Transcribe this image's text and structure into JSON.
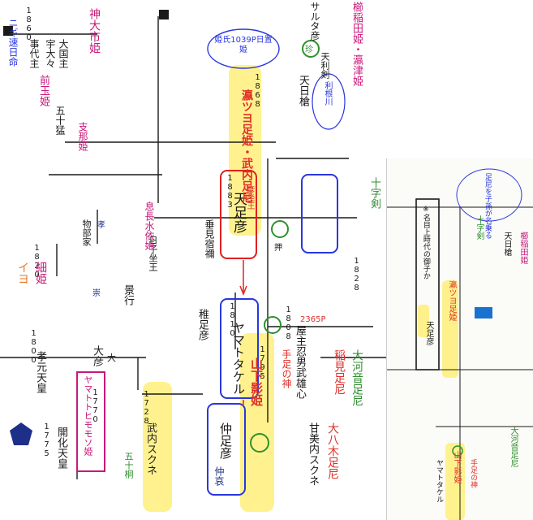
{
  "colors": {
    "ink": "#1a1a1a",
    "magenta": "#c8187a",
    "red": "#e0302a",
    "orange": "#e8741c",
    "green": "#2f8f2f",
    "blue": "#1c3fd0",
    "navy": "#1e2f8a",
    "highlight": "#fff07a",
    "box_red": "#e02020",
    "box_blue": "#2a36e0",
    "box_pink": "#c8187a"
  },
  "main": {
    "years": [
      "1860",
      "1868",
      "1883",
      "1810",
      "1795",
      "1808",
      "1828",
      "1728",
      "1770",
      "1775",
      "1820",
      "1800"
    ],
    "names": {
      "n1": "天足彦",
      "n1_note": "彦坐王",
      "n2": "ヤマトタケル",
      "n3": "仲足彦",
      "n3_sub": "仲哀",
      "n4": "瀛ツヨ足姫・武内足尼",
      "n5": "山下影姫",
      "n6": "稚足彦",
      "n7": "日子坐王",
      "n8": "景行",
      "n9": "開化天皇",
      "n10": "孝元天皇",
      "n11": "大彦",
      "n12": "武内スクネ",
      "n13": "ヤマトトヒモモソ姫",
      "n14": "細姫",
      "n15": "イヨ",
      "n16": "神大市姫",
      "n17": "前玉姫",
      "n18": "支那姫",
      "n19": "息長水依姫",
      "n20": "垂見宿禰",
      "n21": "十字剣",
      "n22": "大河音足尼",
      "n23": "稲見足尼",
      "n24": "屋主忍男武雄心",
      "n25": "甘美内スクネ",
      "n26": "天日槍",
      "n27": "天利剣",
      "n28": "大八木足尼",
      "n29": "サルタ彦",
      "n30": "櫛稲田姫・瀛津姫",
      "n31": "手足の神",
      "n32": "物部家",
      "n33": "五十猛",
      "n34": "大国主",
      "n35": "ニギ速日命",
      "n36": "事代主",
      "n37": "宇大々"
    },
    "notes": {
      "note1": "姫氏1039P日置姫",
      "note2": "利根川",
      "note3": "2365P",
      "note4": "五十桐"
    },
    "marks": {
      "mark1": "珍",
      "mark2": "押",
      "mark3": "孝",
      "mark4": "崇",
      "mark5": "大"
    }
  },
  "thumb": {
    "note_head": "足尼を子孫が名乗る",
    "note_box": "※名目上時代の御子か",
    "names": {
      "t1": "天足彦",
      "t2": "瀛ツヨ足姫",
      "t3": "山下影姫",
      "t4": "大河音足尼",
      "t5": "十字剣",
      "t6": "櫛稲田姫",
      "t7": "天日槍",
      "t8": "ヤマトタケル",
      "t9": "手足の神"
    }
  }
}
